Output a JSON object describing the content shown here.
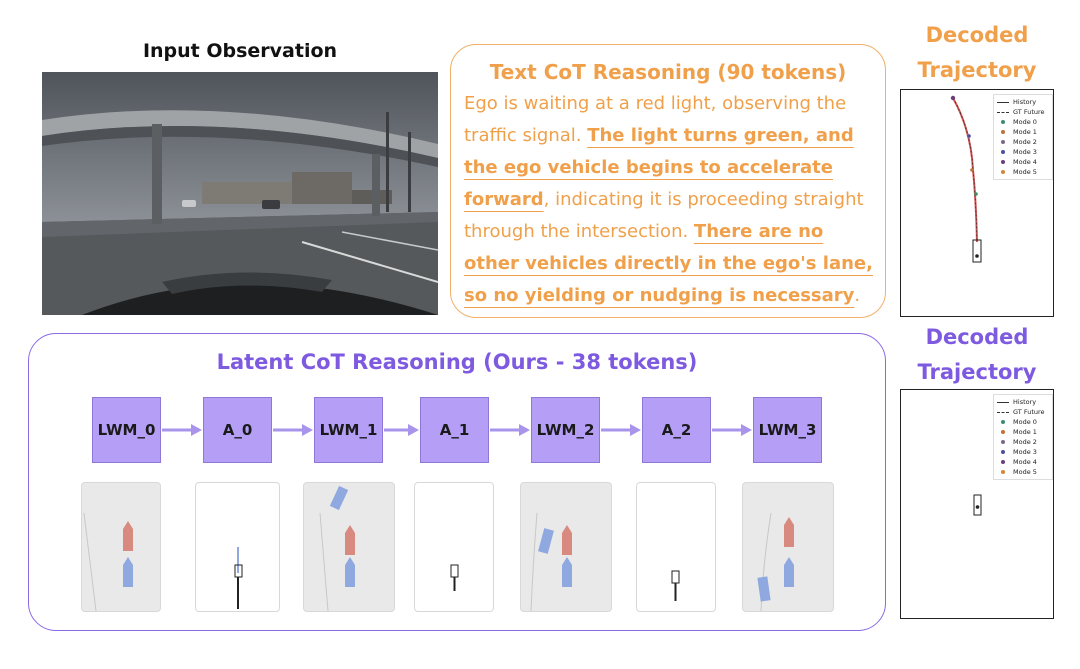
{
  "input": {
    "title": "Input Observation"
  },
  "text_cot": {
    "title": "Text CoT Reasoning (90 tokens)",
    "segments": [
      {
        "text": "Ego is waiting at a red light, observing the traffic signal. ",
        "bold": false
      },
      {
        "text": "The light turns green, and the ego vehicle begins to accelerate forward",
        "bold": true
      },
      {
        "text": ", indicating it is proceeding straight through the intersection. ",
        "bold": false
      },
      {
        "text": "There are no other vehicles directly in the ego's lane, so no yielding or nudging is necessary",
        "bold": true
      },
      {
        "text": ".",
        "bold": false
      }
    ]
  },
  "decoded_top": {
    "title_line1": "Decoded",
    "title_line2": "Trajectory"
  },
  "decoded_bottom": {
    "title_line1": "Decoded",
    "title_line2": "Trajectory"
  },
  "legend": [
    "History",
    "GT Future",
    "Mode 0",
    "Mode 1",
    "Mode 2",
    "Mode 3",
    "Mode 4",
    "Mode 5"
  ],
  "legend_colors": [
    "#333333",
    "#333333",
    "#3b8f6e",
    "#c2703a",
    "#7a6a8a",
    "#4a4f9e",
    "#6a3f7a",
    "#d4873a"
  ],
  "latent_cot": {
    "title": "Latent CoT Reasoning (Ours - 38 tokens)",
    "nodes": [
      "LWM_0",
      "A_0",
      "LWM_1",
      "A_1",
      "LWM_2",
      "A_2",
      "LWM_3"
    ]
  },
  "colors": {
    "orange": "#f0a04a",
    "purple": "#7d5ae0",
    "node_fill": "#b59ef5",
    "arrow": "#a994ec"
  }
}
